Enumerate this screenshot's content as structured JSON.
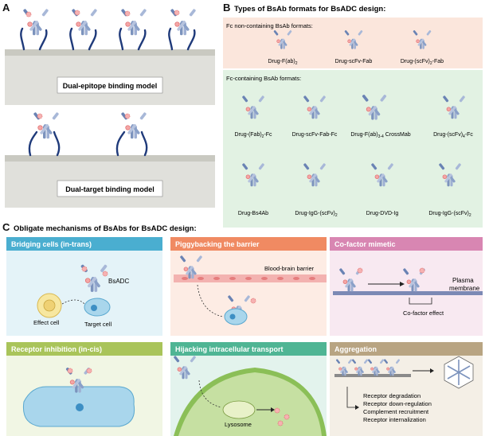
{
  "panel_a": {
    "letter": "A",
    "dual_epitope_label": "Dual-epitope binding model",
    "dual_target_label": "Dual-target binding model"
  },
  "panel_b": {
    "letter": "B",
    "title": "Types of BsAb formats for BsADC design:",
    "fc_non_header": "Fc non-containing BsAb formats:",
    "fc_non_items": [
      {
        "main": "Drug-F(ab)",
        "sub": "2",
        "post": ""
      },
      {
        "main": "Drug-scFv-Fab",
        "sub": "",
        "post": ""
      },
      {
        "main": "Drug-(scFv)",
        "sub": "2",
        "post": "-Fab"
      }
    ],
    "fc_cont_header": "Fc-containing BsAb formats:",
    "fc_cont_items": [
      {
        "main": "Drug-(Fab)",
        "sub": "2",
        "post": "-Fc"
      },
      {
        "main": "Drug-scFv-Fab-Fc",
        "sub": "",
        "post": ""
      },
      {
        "main": "Drug-F(ab)",
        "sub": "3-4",
        "post": " CrossMab"
      },
      {
        "main": "Drug-(scFv)",
        "sub": "4",
        "post": "-Fc"
      },
      {
        "main": "Drug-Bs4Ab",
        "sub": "",
        "post": ""
      },
      {
        "main": "Drug-IgG-(scFv)",
        "sub": "2",
        "post": ""
      },
      {
        "main": "Drug-DVD-Ig",
        "sub": "",
        "post": ""
      },
      {
        "main": "Drug-IgG-(scFv)",
        "sub": "2",
        "post": ""
      }
    ]
  },
  "panel_c": {
    "letter": "C",
    "title": "Obligate mechanisms of BsAbs for BsADC design:",
    "mechanisms": [
      {
        "title": "Bridging cells (in-trans)",
        "header_color": "#4aaed0",
        "bg_color": "#e4f3f8"
      },
      {
        "title": "Piggybacking the barrier",
        "header_color": "#f08a62",
        "bg_color": "#fdece4"
      },
      {
        "title": "Co-factor mimetic",
        "header_color": "#d886b2",
        "bg_color": "#f8e9f1"
      },
      {
        "title": "Receptor inhibition (in-cis)",
        "header_color": "#a9c45a",
        "bg_color": "#f1f6e4"
      },
      {
        "title": "Hijacking intracellular transport",
        "header_color": "#4fb594",
        "bg_color": "#e3f3ed"
      },
      {
        "title": "Aggregation",
        "header_color": "#b8a482",
        "bg_color": "#f4efe6"
      }
    ],
    "bridging": {
      "bsadc": "BsADC",
      "effect_cell": "Effect cell",
      "target_cell": "Target cell"
    },
    "piggyback": {
      "barrier": "Blood-brain barrier"
    },
    "cofactor": {
      "plasma_1": "Plasma",
      "plasma_2": "membrane",
      "effect": "Co-factor effect"
    },
    "hijack": {
      "lysosome": "Lysosome"
    },
    "aggregation": {
      "outcomes": [
        "Receptor degradation",
        "Receptor down-regulation",
        "Complement recruitment",
        "Receptor internalization"
      ]
    }
  }
}
